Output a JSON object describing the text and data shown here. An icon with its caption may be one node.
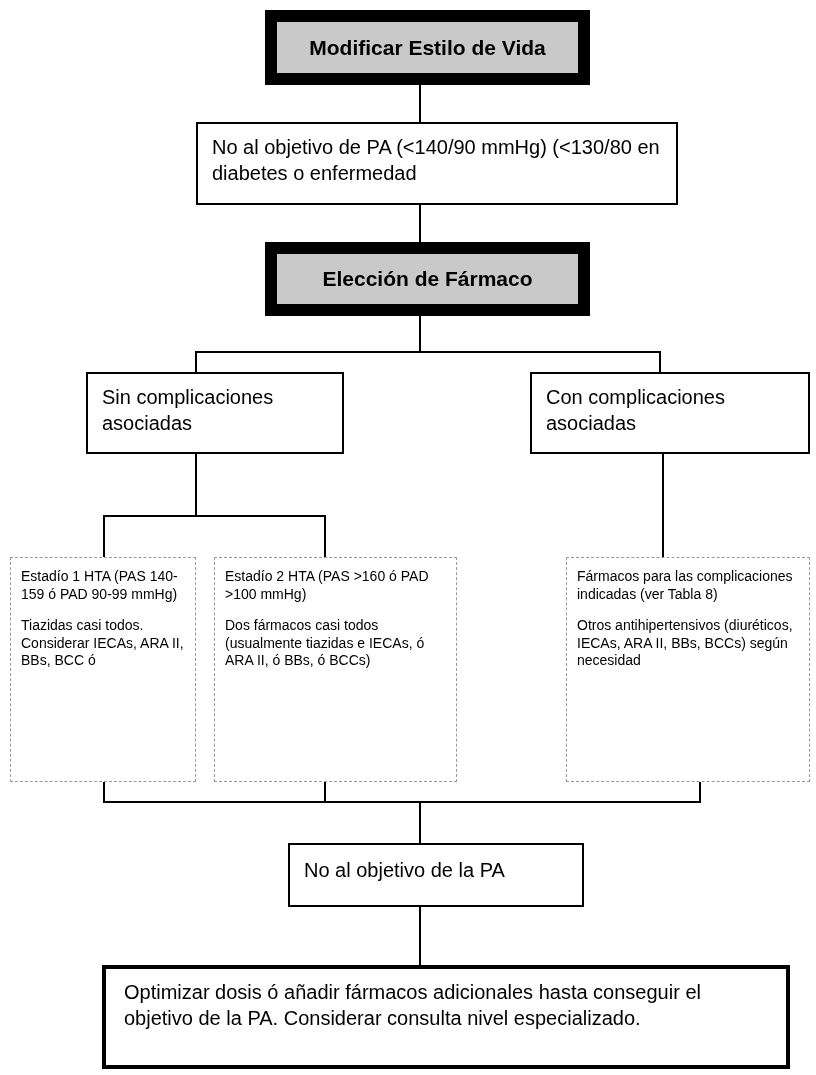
{
  "diagram": {
    "nodes": [
      {
        "text": [
          "Modificar Estilo de Vida"
        ]
      },
      {
        "text": [
          "No al objetivo de PA (<140/90 mmHg) (<130/80 en diabetes o enfermedad"
        ]
      },
      {
        "text": [
          "Elección de Fármaco"
        ]
      },
      {
        "text": [
          "Sin complicaciones asociadas"
        ]
      },
      {
        "text": [
          "Con complicaciones asociadas"
        ]
      },
      {
        "text": [
          "Estadío 1 HTA (PAS 140-159 ó PAD 90-99 mmHg)",
          "Tiazidas casi todos. Considerar IECAs, ARA II, BBs, BCC ó"
        ]
      },
      {
        "text": [
          "Estadío 2 HTA (PAS >160 ó PAD >100 mmHg)",
          "Dos fármacos casi todos (usualmente tiazidas e IECAs, ó ARA II, ó BBs, ó BCCs)"
        ]
      },
      {
        "text": [
          "Fármacos para las complicaciones indicadas (ver Tabla 8)",
          "Otros antihipertensivos (diuréticos, IECAs, ARA II, BBs, BCCs) según necesidad"
        ]
      },
      {
        "text": [
          "No al objetivo de la PA"
        ]
      },
      {
        "text": [
          "Optimizar dosis ó añadir fármacos adicionales hasta conseguir el objetivo de la PA. Considerar consulta nivel especializado."
        ]
      }
    ],
    "edges": [
      {
        "from": 0,
        "to": 1,
        "arrow": "none"
      },
      {
        "from": 1,
        "to": 2,
        "arrow": "none"
      },
      {
        "from": 2,
        "to": 3,
        "arrow": "none"
      },
      {
        "from": 2,
        "to": 4,
        "arrow": "none"
      },
      {
        "from": 3,
        "to": 5,
        "arrow": "none"
      },
      {
        "from": 3,
        "to": 6,
        "arrow": "none"
      },
      {
        "from": 4,
        "to": 7,
        "arrow": "none"
      },
      {
        "from": 5,
        "to": 8,
        "arrow": "none"
      },
      {
        "from": 6,
        "to": 8,
        "arrow": "none"
      },
      {
        "from": 7,
        "to": 8,
        "arrow": "none"
      },
      {
        "from": 8,
        "to": 9,
        "arrow": "none"
      }
    ]
  }
}
